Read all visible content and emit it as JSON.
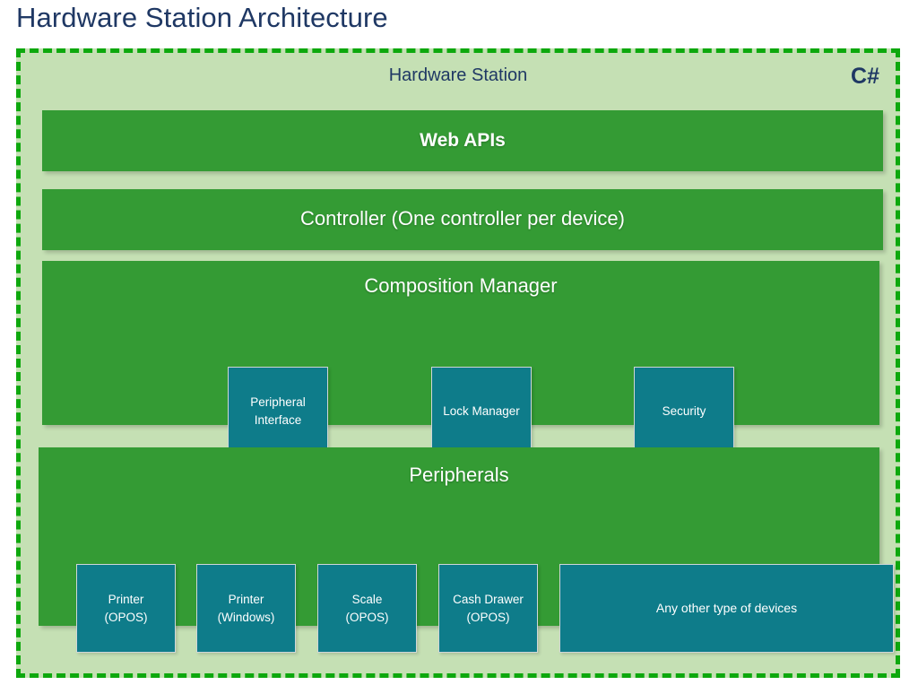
{
  "page": {
    "title": "Hardware Station Architecture",
    "title_color": "#1F3864"
  },
  "diagram": {
    "container": {
      "label": "Hardware Station",
      "language_badge": "C#",
      "border_color": "#0DA80D",
      "background_color": "#C5E0B4",
      "border_style": "dashed"
    },
    "layer_color": "#349B34",
    "component_color": "#0E7C8A",
    "layers": [
      {
        "id": "web-apis",
        "title": "Web APIs",
        "components": []
      },
      {
        "id": "controller",
        "title": "Controller (One controller per device)",
        "components": []
      },
      {
        "id": "composition-manager",
        "title": "Composition Manager",
        "components": [
          {
            "id": "peripheral-interface",
            "label": "Peripheral\nInterface"
          },
          {
            "id": "lock-manager",
            "label": "Lock Manager"
          },
          {
            "id": "security",
            "label": "Security"
          }
        ]
      },
      {
        "id": "peripherals",
        "title": "Peripherals",
        "components": [
          {
            "id": "printer-opos",
            "label": "Printer\n(OPOS)"
          },
          {
            "id": "printer-windows",
            "label": "Printer\n(Windows)"
          },
          {
            "id": "scale-opos",
            "label": "Scale\n(OPOS)"
          },
          {
            "id": "cash-drawer-opos",
            "label": "Cash Drawer\n(OPOS)"
          },
          {
            "id": "any-other-devices",
            "label": "Any other type of devices"
          }
        ]
      }
    ]
  }
}
